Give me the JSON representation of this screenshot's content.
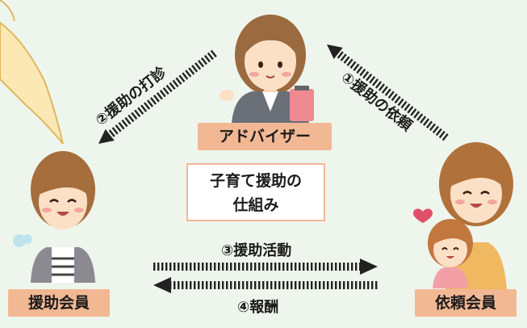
{
  "center": {
    "line1": "子育て援助の",
    "line2": "仕組み"
  },
  "roles": {
    "advisor": "アドバイザー",
    "helper": "援助会員",
    "requester": "依頼会員"
  },
  "steps": {
    "s1": "①援助の依頼",
    "s2": "②援助の打診",
    "s3": "③援助活動",
    "s4": "④報酬"
  },
  "colors": {
    "label_fill": "#f2b894",
    "arrow": "#222222",
    "background": "#eef5ec",
    "bubble": "#fbe8b4"
  }
}
